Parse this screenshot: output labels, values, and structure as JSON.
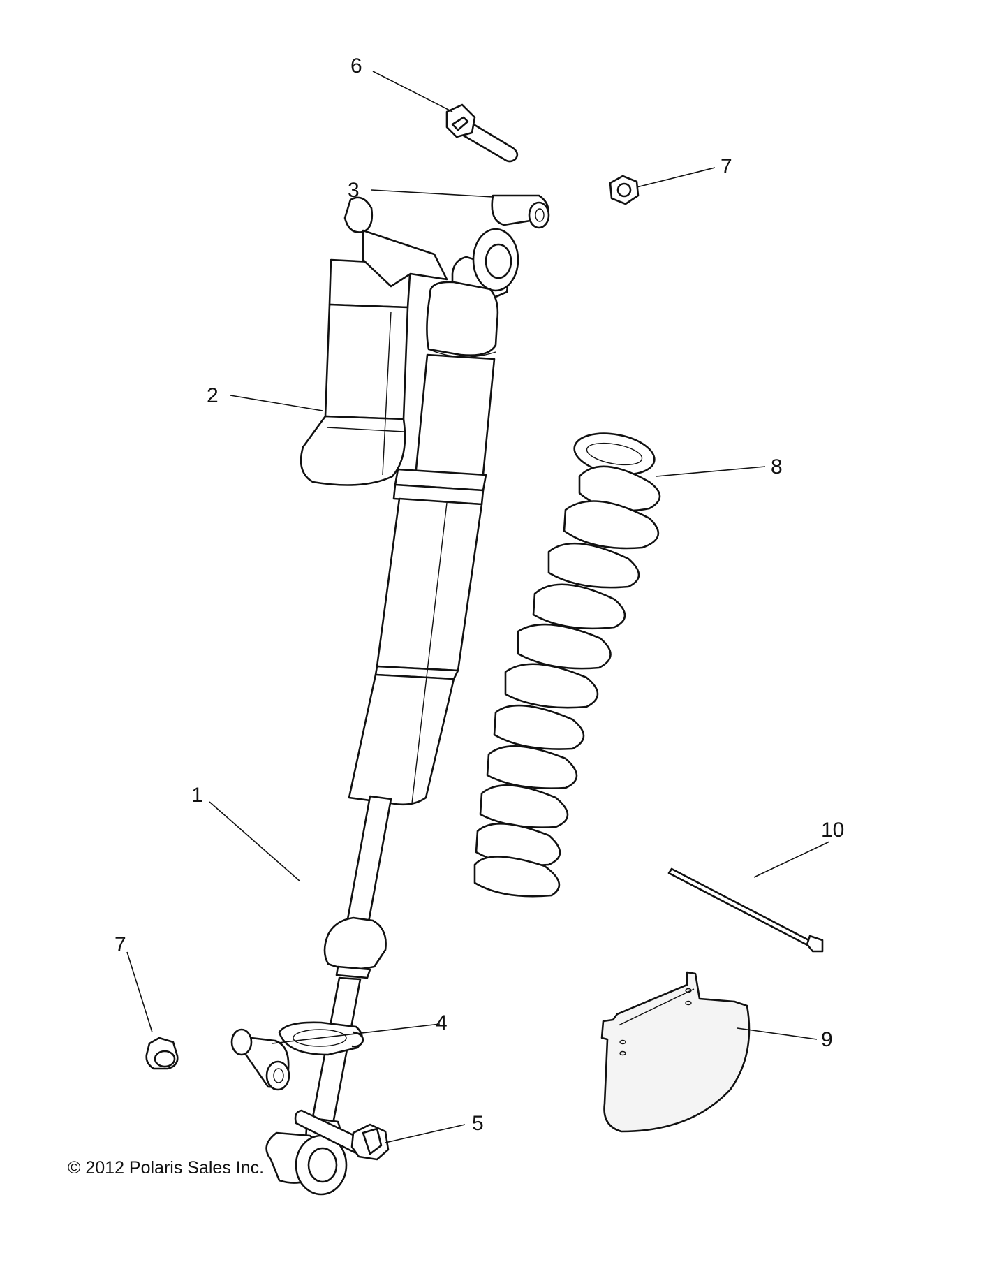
{
  "diagram": {
    "callouts": [
      {
        "id": "c1",
        "label": "1"
      },
      {
        "id": "c2",
        "label": "2"
      },
      {
        "id": "c3",
        "label": "3"
      },
      {
        "id": "c4",
        "label": "4"
      },
      {
        "id": "c5",
        "label": "5"
      },
      {
        "id": "c6",
        "label": "6"
      },
      {
        "id": "c7a",
        "label": "7"
      },
      {
        "id": "c7b",
        "label": "7"
      },
      {
        "id": "c8",
        "label": "8"
      },
      {
        "id": "c9",
        "label": "9"
      },
      {
        "id": "c10",
        "label": "10"
      }
    ],
    "copyright": "© 2012 Polaris Sales Inc."
  }
}
